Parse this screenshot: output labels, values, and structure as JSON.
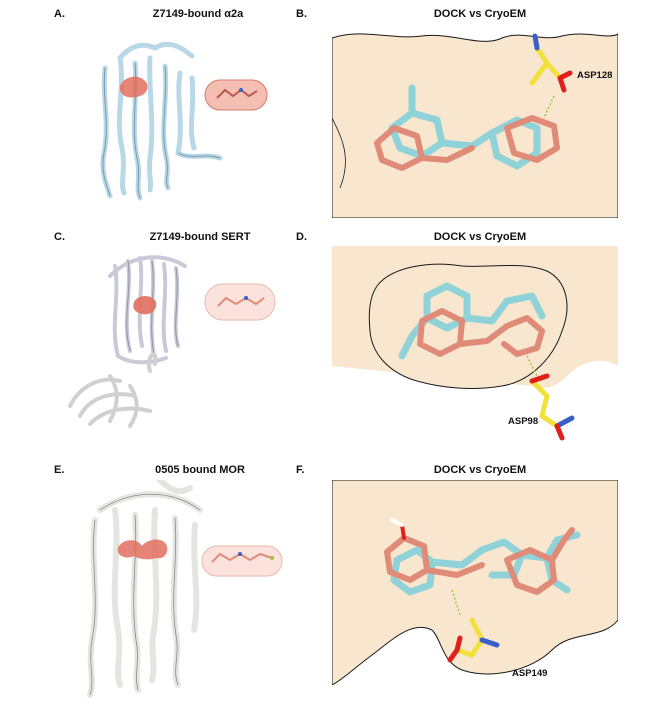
{
  "panels": [
    {
      "letter": "A.",
      "title": "Z7149-bound α2a"
    },
    {
      "letter": "B.",
      "title": "DOCK vs CryoEM",
      "residue": "ASP128"
    },
    {
      "letter": "C.",
      "title": "Z7149-bound SERT"
    },
    {
      "letter": "D.",
      "title": "DOCK vs CryoEM",
      "residue": "ASP98"
    },
    {
      "letter": "E.",
      "title": "0505 bound MOR"
    },
    {
      "letter": "F.",
      "title": "DOCK vs CryoEM",
      "residue": "ASP149"
    }
  ],
  "colors": {
    "dock": "#8fd3d8",
    "cryoem": "#e08a78",
    "aspartate": "#f2e13a",
    "oxygen": "#e0201a",
    "nitrogen": "#3a5fc8",
    "surface": "#f8e6cf",
    "receptor_a": "#b8d8e8",
    "receptor_c": "#c8cad8",
    "receptor_e": "#e4e4e0"
  }
}
